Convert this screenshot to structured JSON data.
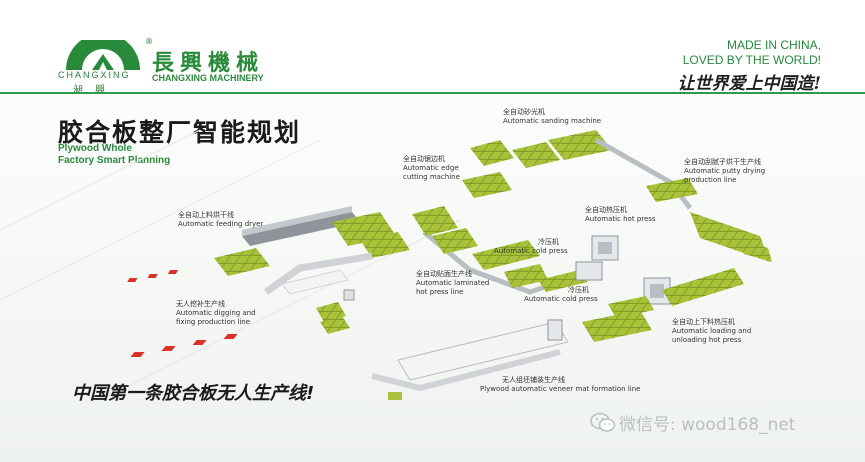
{
  "header": {
    "logo_en": "CHANGXING",
    "logo_cn": "昶興",
    "registered": "®",
    "brand_cn": "長興機械",
    "brand_en": "CHANGXING MACHINERY",
    "slogan_line1": "MADE IN CHINA,",
    "slogan_line2": "LOVED BY THE WORLD!",
    "slogan_cn": "让世界爱上中国造!"
  },
  "title": {
    "cn": "胶合板整厂智能规划",
    "en_line1": "Plywood Whole",
    "en_line2": "Factory Smart Planning"
  },
  "labels": {
    "feeding_dryer_cn": "全自动上料烘干线",
    "feeding_dryer_en": "Automatic feeding dryer",
    "digging_cn": "无人挖补生产线",
    "digging_en1": "Automatic digging and",
    "digging_en2": "fixing production line",
    "edge_cn": "全自动锯边机",
    "edge_en1": "Automatic edge",
    "edge_en2": "cutting machine",
    "sanding_cn": "全自动砂光机",
    "sanding_en": "Automatic sanding machine",
    "putty_cn": "全自动刮腻子烘干生产线",
    "putty_en1": "Automatic  putty drying",
    "putty_en2": "production line",
    "hot_press_cn": "全自动热压机",
    "hot_press_en": "Automatic hot press",
    "cold_press1_cn": "冷压机",
    "cold_press1_en": "Automatic cold press",
    "laminated_cn": "全自动贴面生产线",
    "laminated_en1": "Automatic laminated",
    "laminated_en2": "hot press line",
    "cold_press2_cn": "冷压机",
    "cold_press2_en": "Automatic cold press",
    "loading_cn": "全自动上下料热压机",
    "loading_en1": "Automatic loading and",
    "loading_en2": "unloading hot press",
    "veneer_cn": "无人组坯铺装生产线",
    "veneer_en": "Plywood automatic veneer mat formation line"
  },
  "footer": {
    "slogan_cn": "中国第一条胶合板无人生产线!",
    "watermark": "微信号: wood168_net"
  },
  "colors": {
    "brand_green": "#2a8a3c",
    "board_green": "#a9c23a",
    "accent_red": "#d8322a",
    "conveyor_gray": "#9aa0a4"
  }
}
